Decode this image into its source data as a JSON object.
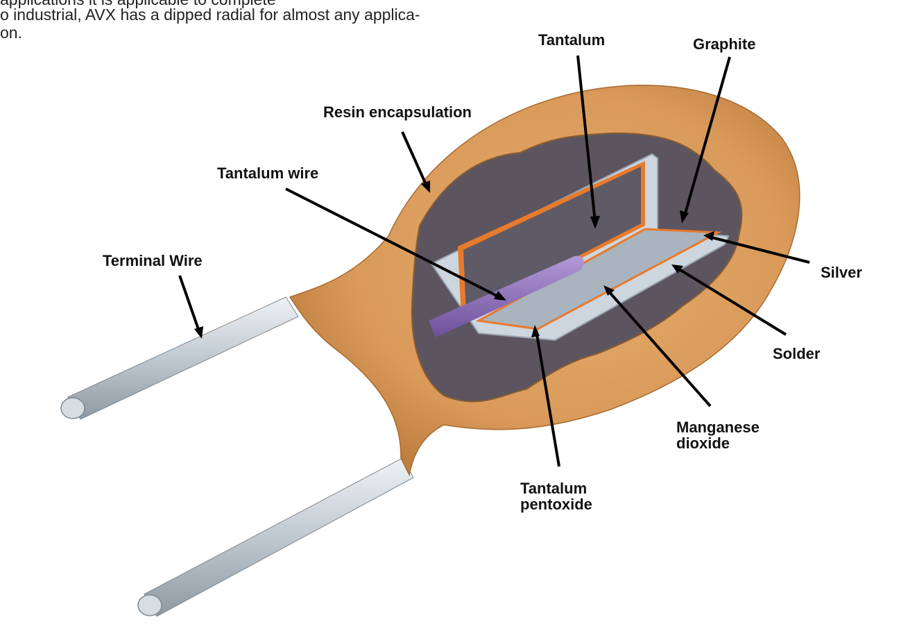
{
  "intro": {
    "line1": "applications it is applicable to complete",
    "line2": "o industrial, AVX has a dipped radial for almost any applica-",
    "line3": "on."
  },
  "labels": {
    "tantalum": "Tantalum",
    "graphite": "Graphite",
    "resin": "Resin encapsulation",
    "tantalum_wire": "Tantalum wire",
    "terminal_wire": "Terminal Wire",
    "silver": "Silver",
    "solder": "Solder",
    "manganese_1": "Manganese",
    "manganese_2": "dioxide",
    "pentoxide_1": "Tantalum",
    "pentoxide_2": "pentoxide"
  },
  "colors": {
    "resin": "#d99a5a",
    "cutaway_dark": "#4a4854",
    "tantalum_core": "#5e5a66",
    "silver_layer": "#c9d3dc",
    "orange_layer": "#e87a2c",
    "wire": "#8a6fb3",
    "lead": "#c5cdd4"
  }
}
